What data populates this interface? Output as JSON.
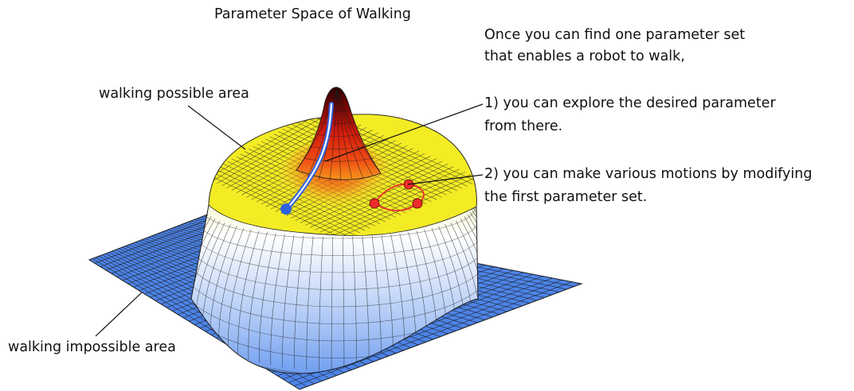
{
  "title": "Parameter Space of Walking",
  "intro": {
    "line1": "Once you can find one parameter set",
    "line2": "that enables a robot to walk,"
  },
  "point1": {
    "line1": "1) you can explore the desired parameter",
    "line2": "from there."
  },
  "point2": {
    "line1": "2) you can make various motions by modifying",
    "line2": "the first parameter set."
  },
  "labels": {
    "possible": "walking possible area",
    "impossible": "walking impossible area"
  },
  "colors": {
    "floor": "#4d84e8",
    "plateau": "#f2ee2a",
    "peak": "#3a0000",
    "path": "#2e62e0",
    "motion_markers": "#ee2b2b",
    "mesh": "#1a1a1a"
  }
}
